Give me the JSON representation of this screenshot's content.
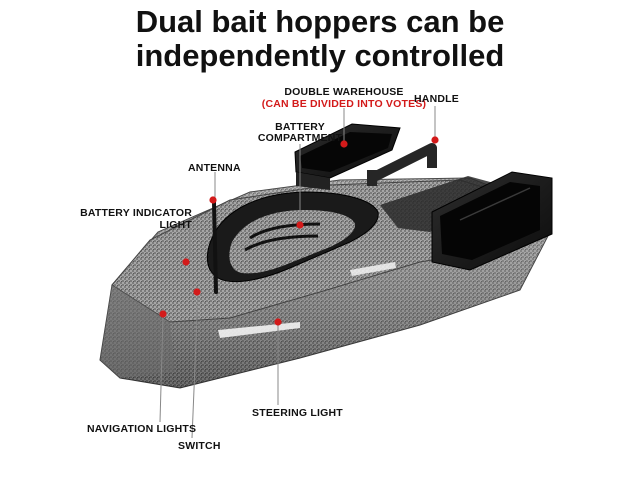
{
  "headline": {
    "line1": "Dual bait hoppers can be",
    "line2": "independently controlled"
  },
  "callouts": {
    "double_warehouse": "DOUBLE WAREHOUSE",
    "double_warehouse_note": "(CAN BE DIVIDED INTO VOTES)",
    "handle": "HANDLE",
    "battery_compartment_1": "BATTERY",
    "battery_compartment_2": "COMPARTMENT",
    "antenna": "ANTENNA",
    "battery_indicator_1": "BATTERY INDICATOR",
    "battery_indicator_2": "LIGHT",
    "steering_light": "STEERING LIGHT",
    "navigation_lights": "NAVIGATION LIGHTS",
    "switch": "SWITCH"
  },
  "colors": {
    "marker": "#d31a1a",
    "hull": "#8a8a8a",
    "hopper": "#1c1c1c",
    "text": "#111111"
  }
}
